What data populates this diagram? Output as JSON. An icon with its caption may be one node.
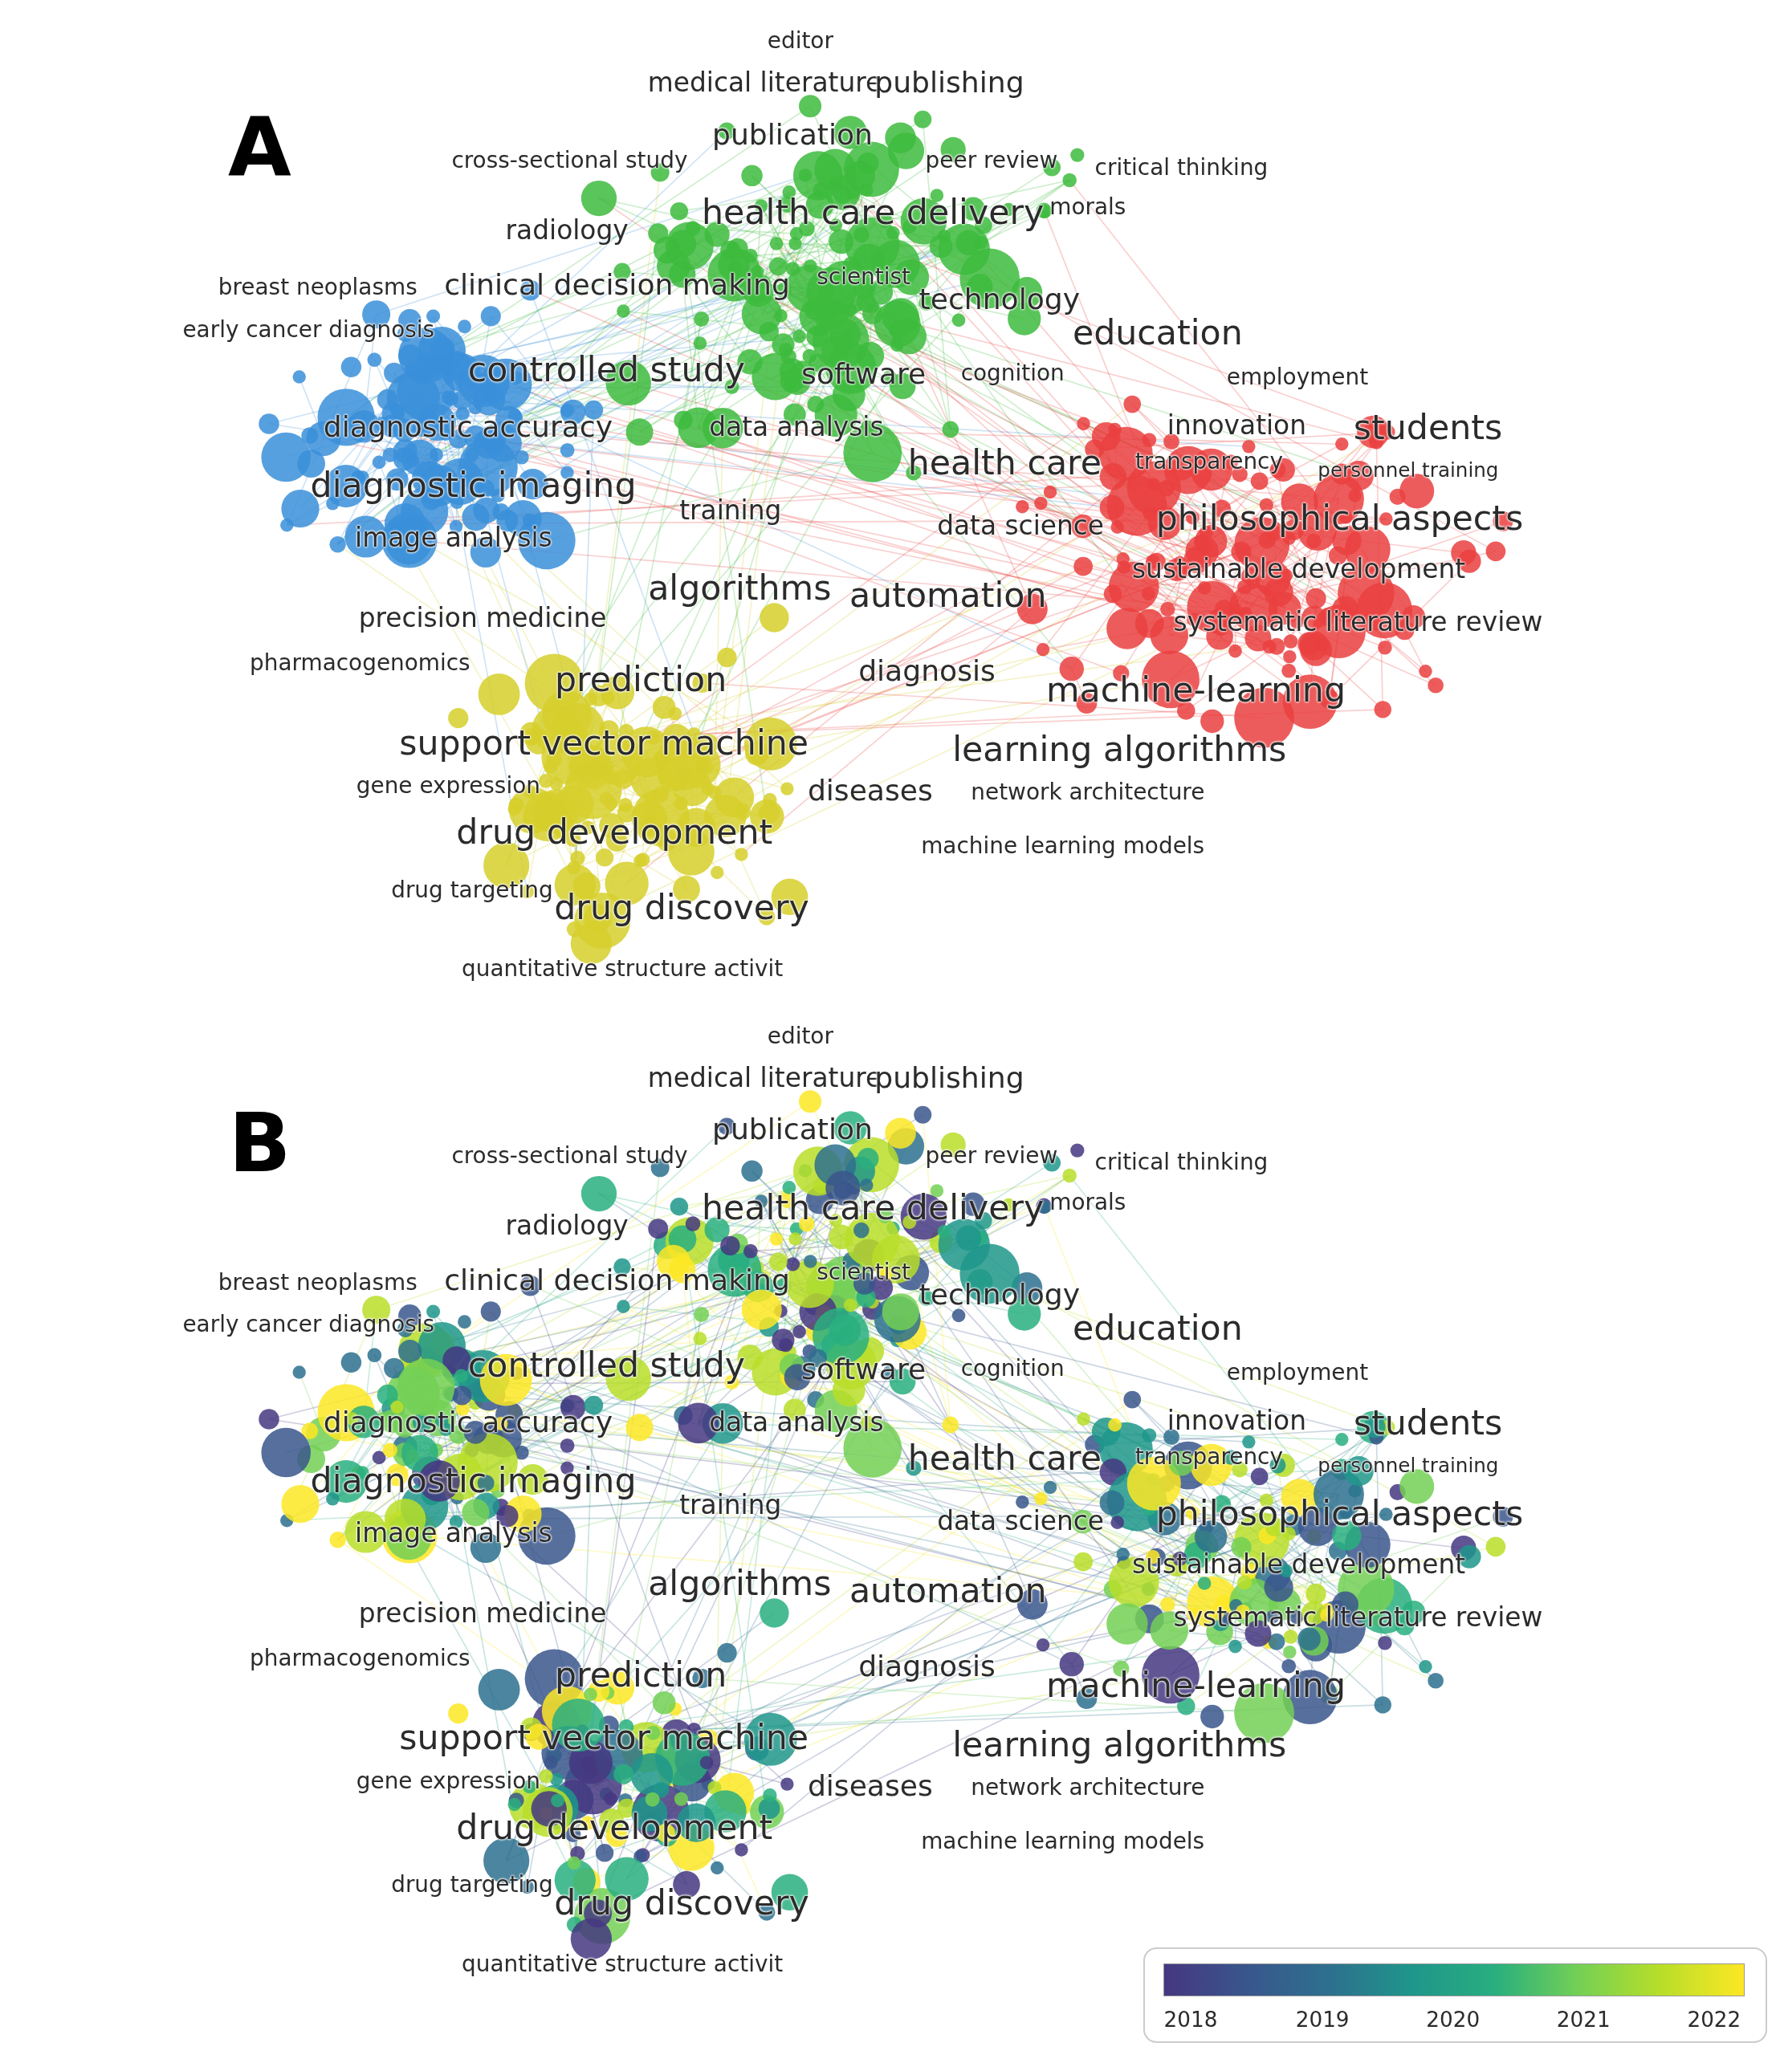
{
  "diagram": {
    "labels": [
      "A",
      "editor",
      "medical literature",
      "publishing",
      "publication",
      "cross-sectional study",
      "peer review",
      "critical thinking",
      "health care delivery",
      "morals",
      "radiology",
      "breast neoplasms",
      "clinical decision making",
      "scientist",
      "technology",
      "early cancer diagnosis",
      "education",
      "controlled study",
      "software",
      "cognition",
      "employment",
      "diagnostic accuracy",
      "data analysis",
      "innovation",
      "students",
      "health care",
      "transparency",
      "personnel training",
      "diagnostic imaging",
      "training",
      "philosophical aspects",
      "data science",
      "image analysis",
      "sustainable development",
      "algorithms",
      "automation",
      "precision medicine",
      "systematic literature review",
      "pharmacogenomics",
      "prediction",
      "diagnosis",
      "machine-learning",
      "support vector machine",
      "learning algorithms",
      "gene expression",
      "diseases",
      "network architecture",
      "drug development",
      "machine learning models",
      "drug targeting",
      "drug discovery",
      "quantitative structure activit",
      "B",
      "editor",
      "medical literature",
      "publishing",
      "publication",
      "cross-sectional study",
      "peer review",
      "critical thinking",
      "health care delivery",
      "morals",
      "radiology",
      "breast neoplasms",
      "clinical decision making",
      "scientist",
      "technology",
      "early cancer diagnosis",
      "education",
      "controlled study",
      "software",
      "cognition",
      "employment",
      "diagnostic accuracy",
      "data analysis",
      "innovation",
      "students",
      "health care",
      "transparency",
      "personnel training",
      "diagnostic imaging",
      "training",
      "philosophical aspects",
      "data science",
      "image analysis",
      "sustainable development",
      "algorithms",
      "automation",
      "precision medicine",
      "systematic literature review",
      "pharmacogenomics",
      "prediction",
      "diagnosis",
      "machine-learning",
      "support vector machine",
      "learning algorithms",
      "gene expression",
      "diseases",
      "network architecture",
      "drug development",
      "machine learning models",
      "drug targeting",
      "drug discovery",
      "quantitative structure activit",
      "2018",
      "2019",
      "2020",
      "2021",
      "2022"
    ]
  }
}
